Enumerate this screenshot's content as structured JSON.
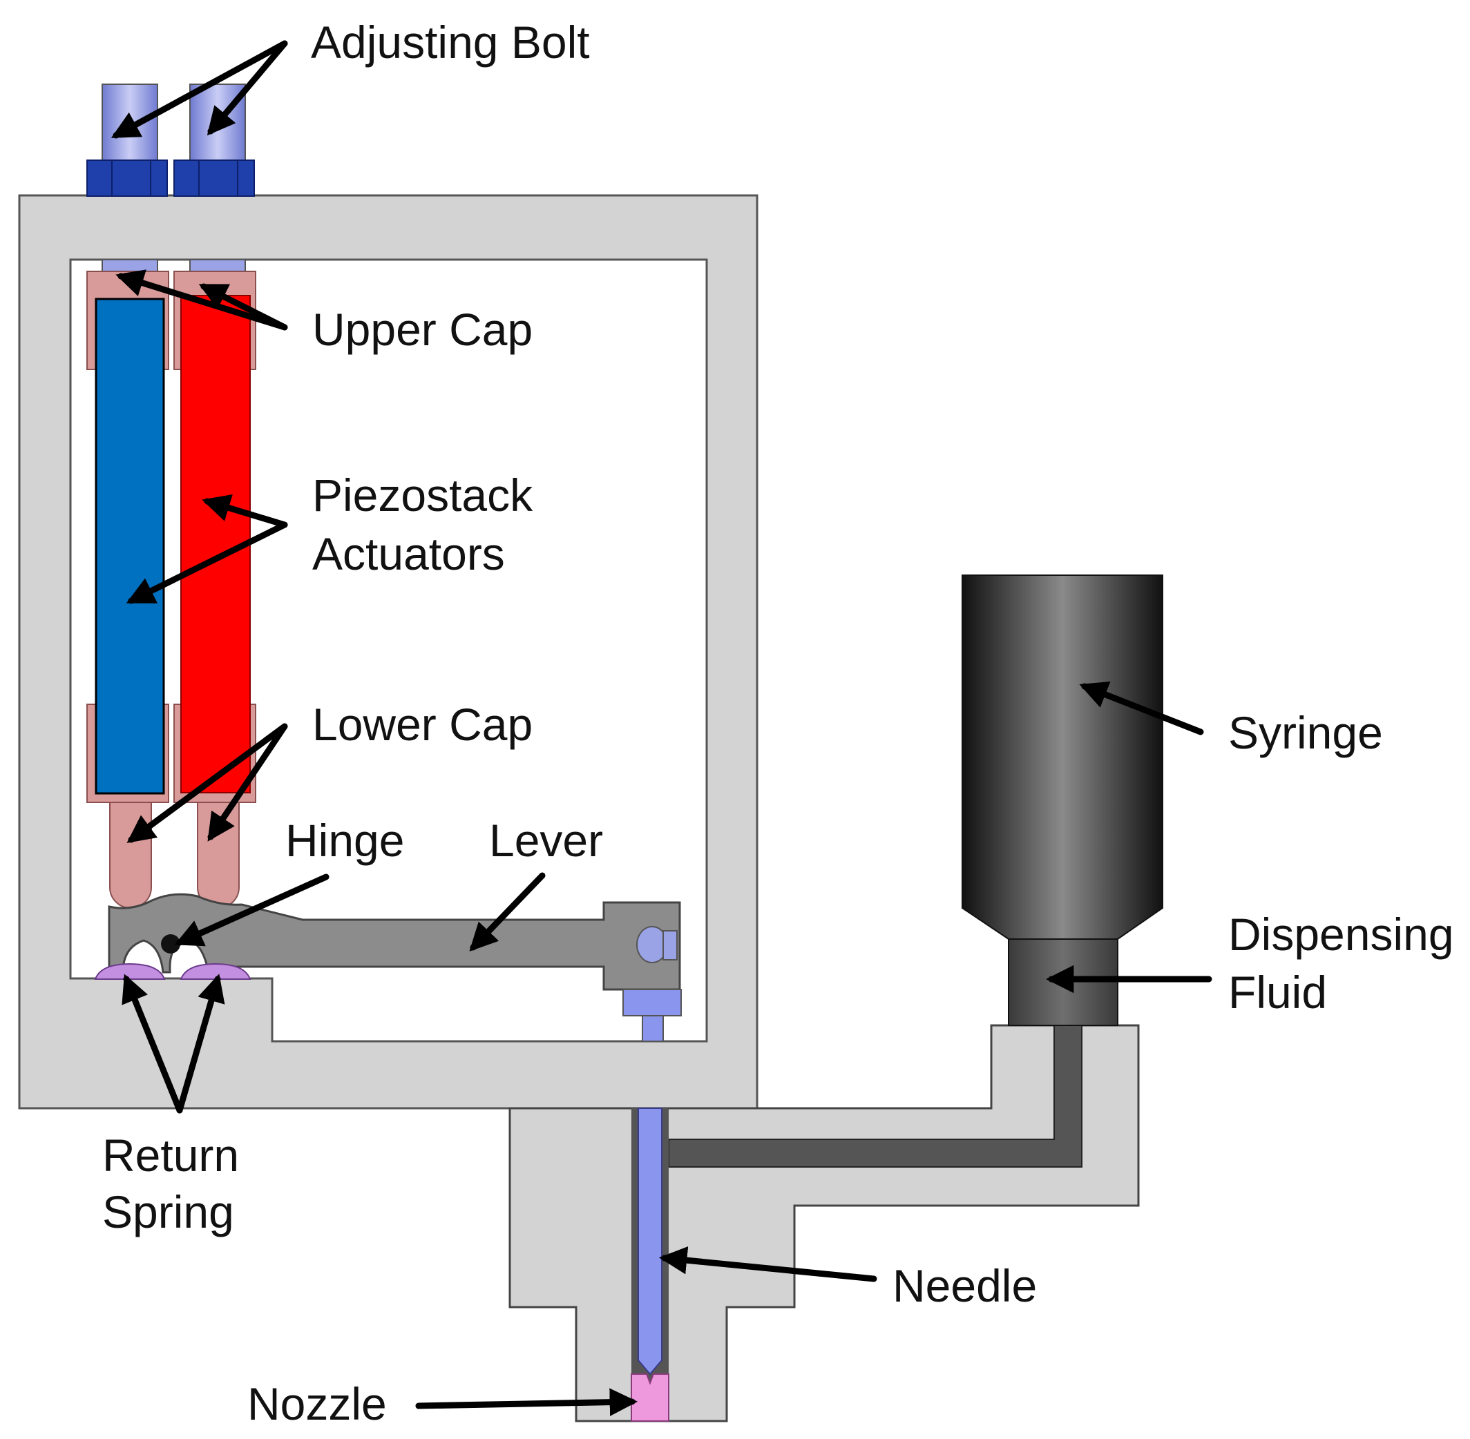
{
  "labels": {
    "adjusting_bolt": "Adjusting Bolt",
    "upper_cap": "Upper Cap",
    "piezostack_line1": "Piezostack",
    "piezostack_line2": "Actuators",
    "lower_cap": "Lower Cap",
    "hinge": "Hinge",
    "lever": "Lever",
    "syringe": "Syringe",
    "dispensing_line1": "Dispensing",
    "dispensing_line2": "Fluid",
    "return_line1": "Return",
    "return_line2": "Spring",
    "needle": "Needle",
    "nozzle": "Nozzle"
  },
  "colors": {
    "housing": "#d3d3d3",
    "actuator_left": "#0070c0",
    "actuator_right": "#ff0000",
    "cap": "#d99a9a",
    "bolt": "#9aa3e6",
    "bolt_nut": "#1f3faa",
    "lever": "#8c8c8c",
    "needle": "#8a96ee",
    "nozzle": "#ee99dd",
    "spring": "#c38fe0",
    "syringe": "#333333",
    "fluid_channel": "#555555"
  }
}
